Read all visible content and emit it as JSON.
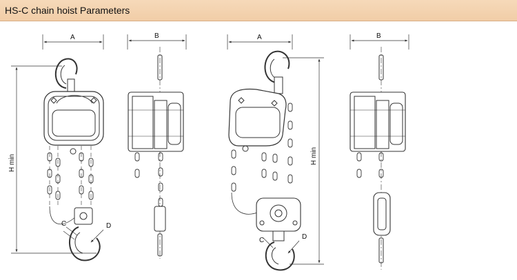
{
  "header": {
    "title": "HS-C chain hoist Parameters"
  },
  "labels": {
    "a1": "A",
    "b1": "B",
    "a2": "A",
    "b2": "B",
    "h1": "H min",
    "h2": "H min",
    "c1": "C",
    "d1": "D",
    "c2": "C",
    "d2": "D"
  },
  "colors": {
    "header_bg": "#f3d2ae",
    "line": "#333333"
  }
}
